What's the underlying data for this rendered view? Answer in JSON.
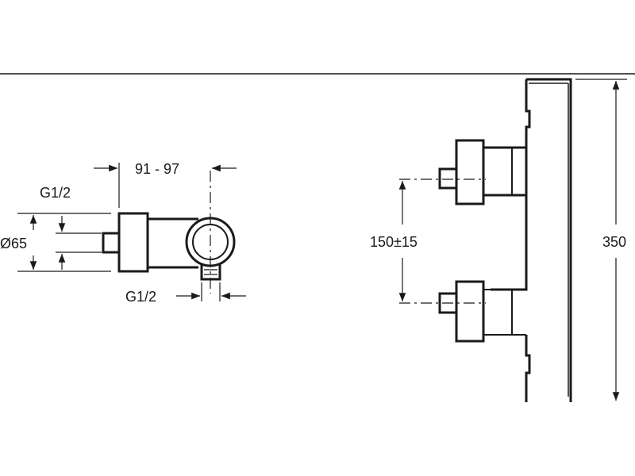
{
  "drawing": {
    "side_view": {
      "top_label": "G1/2",
      "diameter_label": "Ø65",
      "depth_label": "91 - 97",
      "bottom_label": "G1/2"
    },
    "front_view": {
      "spacing_label": "150±15",
      "height_label": "350"
    }
  },
  "colors": {
    "line": "#1a1a1a",
    "background": "#ffffff"
  }
}
